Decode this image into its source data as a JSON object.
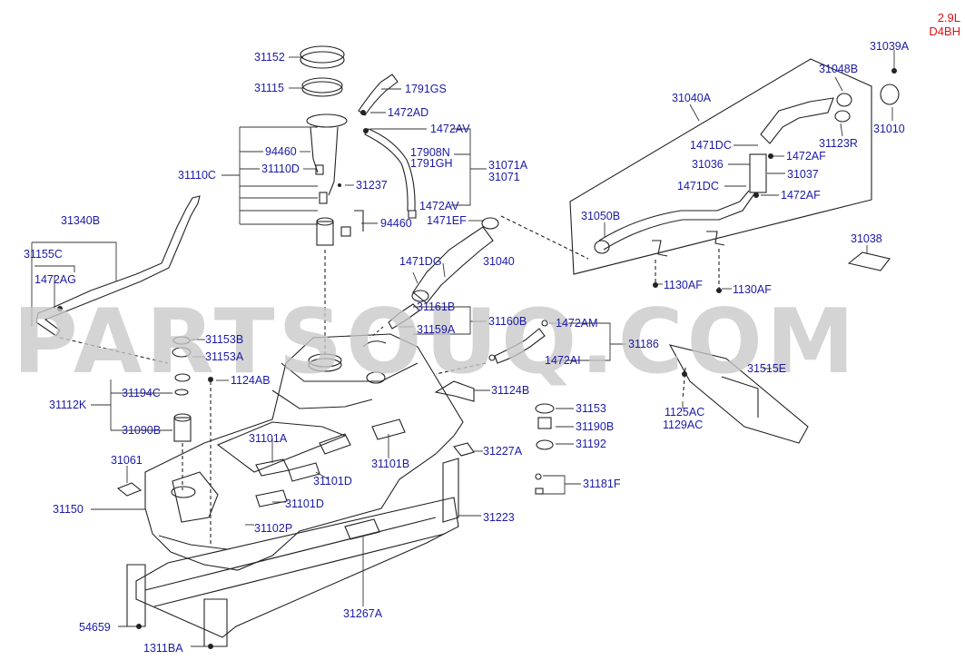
{
  "engine": {
    "line1": "2.9L",
    "line2": "D4BH"
  },
  "watermark": "PARTSOUQ.COM",
  "parts": [
    {
      "id": "31152",
      "text": "31152"
    },
    {
      "id": "31115",
      "text": "31115"
    },
    {
      "id": "1791GS",
      "text": "1791GS"
    },
    {
      "id": "1472AD",
      "text": "1472AD"
    },
    {
      "id": "1472AV-top",
      "text": "1472AV"
    },
    {
      "id": "94460-top",
      "text": "94460"
    },
    {
      "id": "31110C",
      "text": "31110C"
    },
    {
      "id": "31110D",
      "text": "31110D"
    },
    {
      "id": "17908N",
      "text": "17908N"
    },
    {
      "id": "1791GH",
      "text": "1791GH"
    },
    {
      "id": "31071A",
      "text": "31071A"
    },
    {
      "id": "31071",
      "text": "31071"
    },
    {
      "id": "31237",
      "text": "31237"
    },
    {
      "id": "1472AV-bot",
      "text": "1472AV"
    },
    {
      "id": "94460-bot",
      "text": "94460"
    },
    {
      "id": "1471EF",
      "text": "1471EF"
    },
    {
      "id": "31340B",
      "text": "31340B"
    },
    {
      "id": "31155C",
      "text": "31155C"
    },
    {
      "id": "1472AG",
      "text": "1472AG"
    },
    {
      "id": "1471DG",
      "text": "1471DG"
    },
    {
      "id": "31040",
      "text": "31040"
    },
    {
      "id": "31161B",
      "text": "31161B"
    },
    {
      "id": "31160B",
      "text": "31160B"
    },
    {
      "id": "31159A",
      "text": "31159A"
    },
    {
      "id": "1472AM",
      "text": "1472AM"
    },
    {
      "id": "31186",
      "text": "31186"
    },
    {
      "id": "1472AI",
      "text": "1472AI"
    },
    {
      "id": "31153B",
      "text": "31153B"
    },
    {
      "id": "31153A",
      "text": "31153A"
    },
    {
      "id": "1124AB",
      "text": "1124AB"
    },
    {
      "id": "31194C",
      "text": "31194C"
    },
    {
      "id": "31112K",
      "text": "31112K"
    },
    {
      "id": "31090B",
      "text": "31090B"
    },
    {
      "id": "31124B",
      "text": "31124B"
    },
    {
      "id": "31153",
      "text": "31153"
    },
    {
      "id": "31190B",
      "text": "31190B"
    },
    {
      "id": "31192",
      "text": "31192"
    },
    {
      "id": "31101A",
      "text": "31101A"
    },
    {
      "id": "31227A",
      "text": "31227A"
    },
    {
      "id": "31101B",
      "text": "31101B"
    },
    {
      "id": "31101D-a",
      "text": "31101D"
    },
    {
      "id": "31061",
      "text": "31061"
    },
    {
      "id": "31101D-b",
      "text": "31101D"
    },
    {
      "id": "31181F",
      "text": "31181F"
    },
    {
      "id": "31150",
      "text": "31150"
    },
    {
      "id": "31102P",
      "text": "31102P"
    },
    {
      "id": "31223",
      "text": "31223"
    },
    {
      "id": "31267A",
      "text": "31267A"
    },
    {
      "id": "54659",
      "text": "54659"
    },
    {
      "id": "1311BA",
      "text": "1311BA"
    },
    {
      "id": "31039A",
      "text": "31039A"
    },
    {
      "id": "31048B",
      "text": "31048B"
    },
    {
      "id": "31040A",
      "text": "31040A"
    },
    {
      "id": "31010",
      "text": "31010"
    },
    {
      "id": "1471DC-a",
      "text": "1471DC"
    },
    {
      "id": "1472AF-a",
      "text": "1472AF"
    },
    {
      "id": "31123R",
      "text": "31123R"
    },
    {
      "id": "31036",
      "text": "31036"
    },
    {
      "id": "31037",
      "text": "31037"
    },
    {
      "id": "1471DC-b",
      "text": "1471DC"
    },
    {
      "id": "1472AF-b",
      "text": "1472AF"
    },
    {
      "id": "31050B",
      "text": "31050B"
    },
    {
      "id": "31038",
      "text": "31038"
    },
    {
      "id": "1130AF-a",
      "text": "1130AF"
    },
    {
      "id": "1130AF-b",
      "text": "1130AF"
    },
    {
      "id": "31515E",
      "text": "31515E"
    },
    {
      "id": "1125AC",
      "text": "1125AC"
    },
    {
      "id": "1129AC",
      "text": "1129AC"
    }
  ]
}
